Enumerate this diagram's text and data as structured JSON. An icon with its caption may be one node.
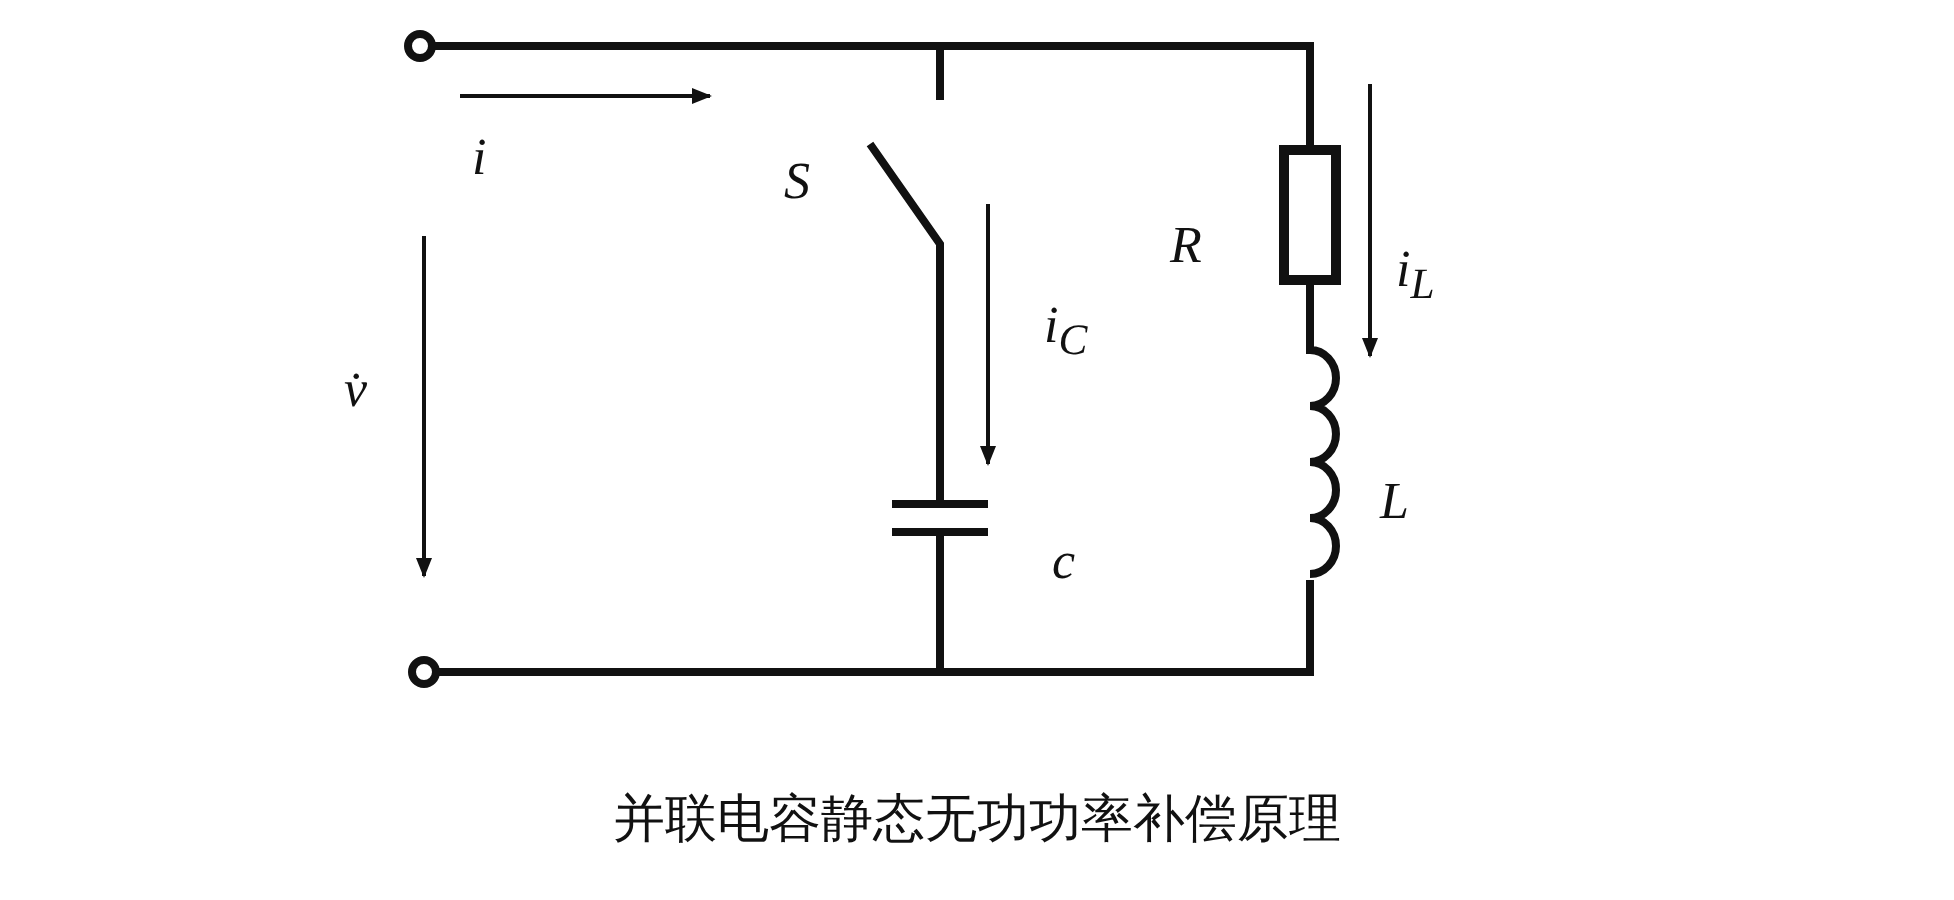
{
  "diagram": {
    "caption": "并联电容静态无功功率补偿原理",
    "labels": [
      "i",
      "S",
      "i$_{C}$",
      "R",
      "i$_{L}$",
      "v̇",
      "c",
      "L"
    ]
  }
}
